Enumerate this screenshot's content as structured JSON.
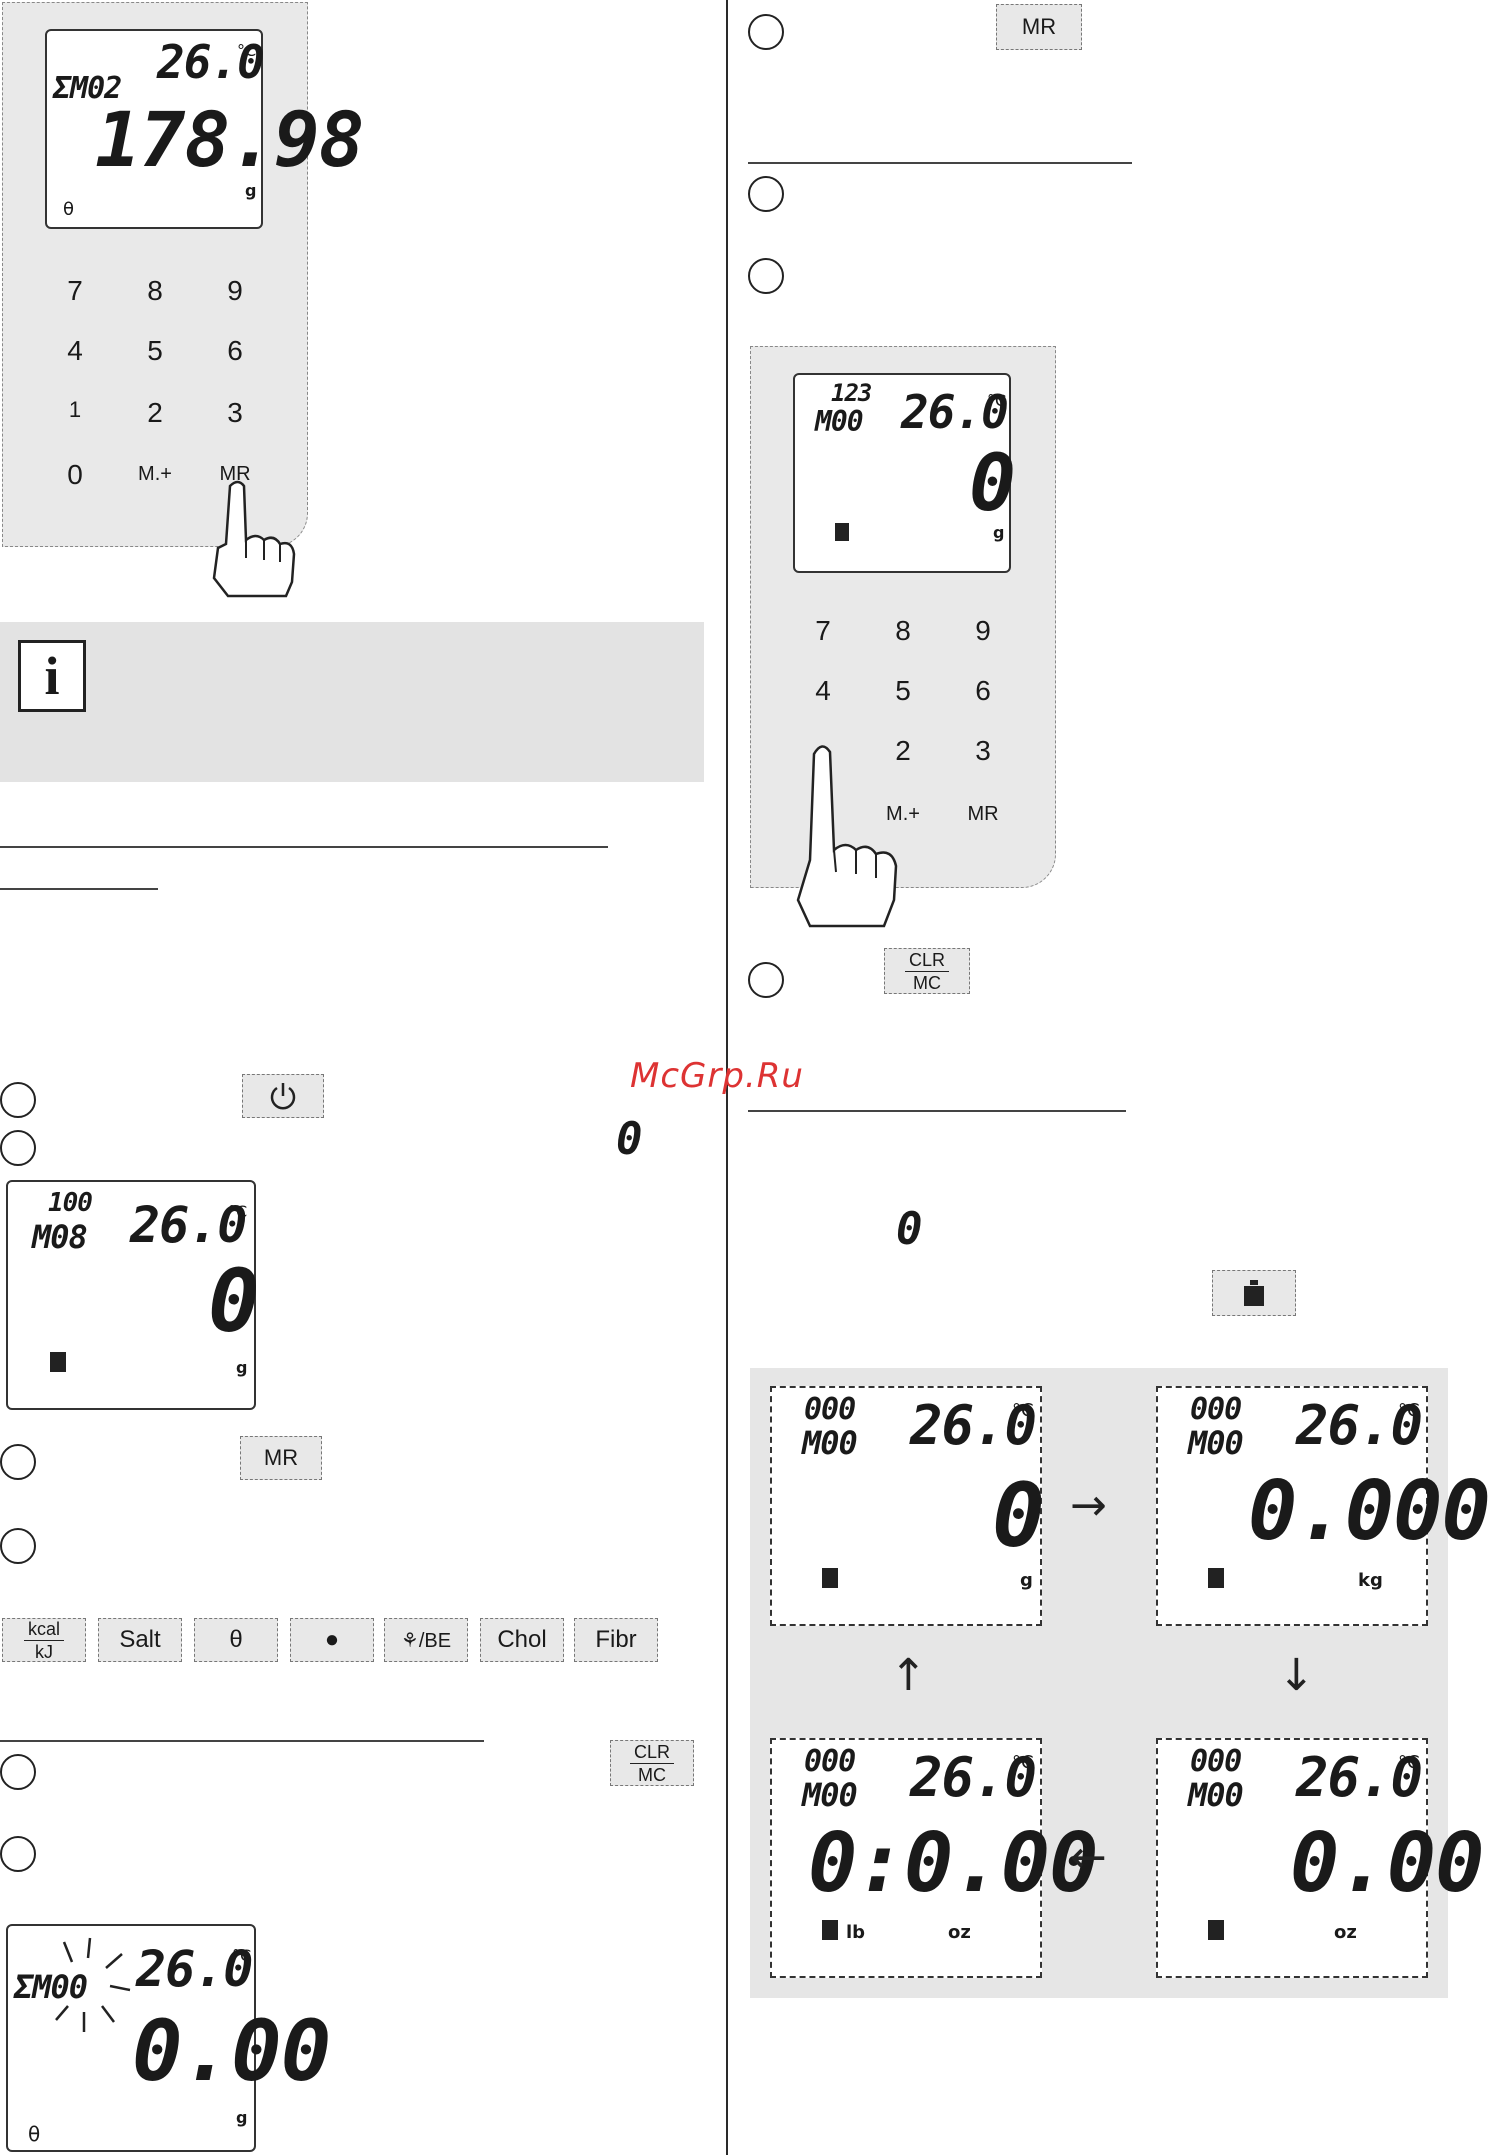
{
  "watermark": "McGrp.Ru",
  "keypad": {
    "rows": [
      [
        "7",
        "8",
        "9"
      ],
      [
        "4",
        "5",
        "6"
      ],
      [
        "1",
        "2",
        "3"
      ],
      [
        "0",
        "M.+",
        "MR"
      ]
    ]
  },
  "top_left_display": {
    "memory": "ΣM02",
    "temperature": "26.0",
    "temp_unit": "°C",
    "weight": "178.98",
    "unit": "g",
    "icon": "theta-icon"
  },
  "buttons": {
    "power_icon": "power-icon",
    "mr": "MR",
    "clr_top": "CLR",
    "clr_bottom": "MC",
    "tare_icon": "weight-icon"
  },
  "zero_symbol": "0",
  "display_step": {
    "memory_top": "100",
    "memory": "M08",
    "temperature": "26.0",
    "temp_unit": "°C",
    "weight": "0",
    "unit": "g"
  },
  "nutrient_keys": [
    {
      "type": "frac",
      "top": "kcal",
      "bottom": "kJ"
    },
    {
      "type": "text",
      "label": "Salt"
    },
    {
      "type": "icon",
      "label": "θ"
    },
    {
      "type": "icon",
      "label": "●"
    },
    {
      "type": "text",
      "label": "⚘/BE"
    },
    {
      "type": "text",
      "label": "Chol"
    },
    {
      "type": "text",
      "label": "Fibr"
    }
  ],
  "display_clear": {
    "memory": "ΣM00",
    "temperature": "26.0",
    "temp_unit": "°C",
    "weight": "0.00",
    "unit": "g"
  },
  "right_display": {
    "memory_top": "123",
    "memory": "M00",
    "temperature": "26.0",
    "temp_unit": "°C",
    "weight": "0",
    "unit": "g"
  },
  "unit_cycle": [
    {
      "memory_top": "000",
      "memory": "M00",
      "temperature": "26.0",
      "temp_unit": "°C",
      "weight": "0",
      "unit": "g"
    },
    {
      "memory_top": "000",
      "memory": "M00",
      "temperature": "26.0",
      "temp_unit": "°C",
      "weight": "0.000",
      "unit": "kg"
    },
    {
      "memory_top": "000",
      "memory": "M00",
      "temperature": "26.0",
      "temp_unit": "°C",
      "weight": "0.00",
      "unit": "oz"
    },
    {
      "memory_top": "000",
      "memory": "M00",
      "temperature": "26.0",
      "temp_unit": "°C",
      "weight_lb": "0:",
      "weight": "0.00",
      "unit_lb": "lb",
      "unit": "oz"
    }
  ]
}
